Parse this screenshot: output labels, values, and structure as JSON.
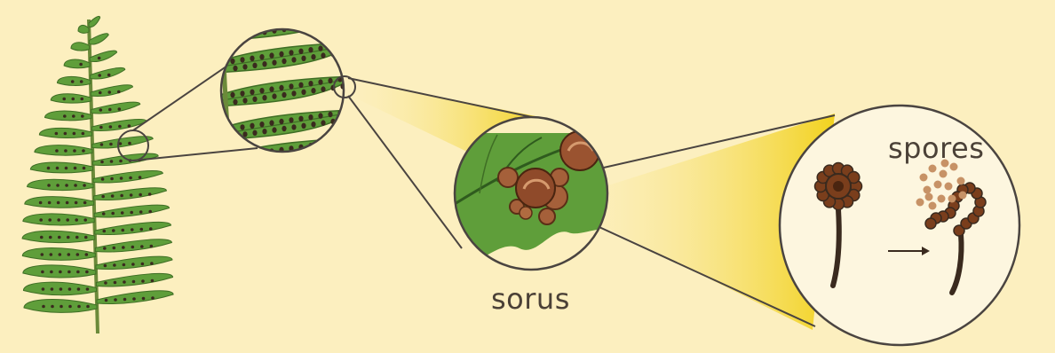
{
  "labels": {
    "sorus": "sorus",
    "spores": "spores"
  },
  "colors": {
    "background": "#fcefbf",
    "leaf_green": "#5f9e3a",
    "leaf_dark": "#3f6e25",
    "sori_dark": "#3a2a1e",
    "sporangium_brown": "#7a3e1c",
    "spore_tan": "#c79266",
    "beam_yellow": "#f2d21e",
    "outline": "#4a4440"
  },
  "stages": [
    "fern-frond",
    "pinna-magnified",
    "sorus-magnified",
    "sporangium-releasing-spores"
  ]
}
